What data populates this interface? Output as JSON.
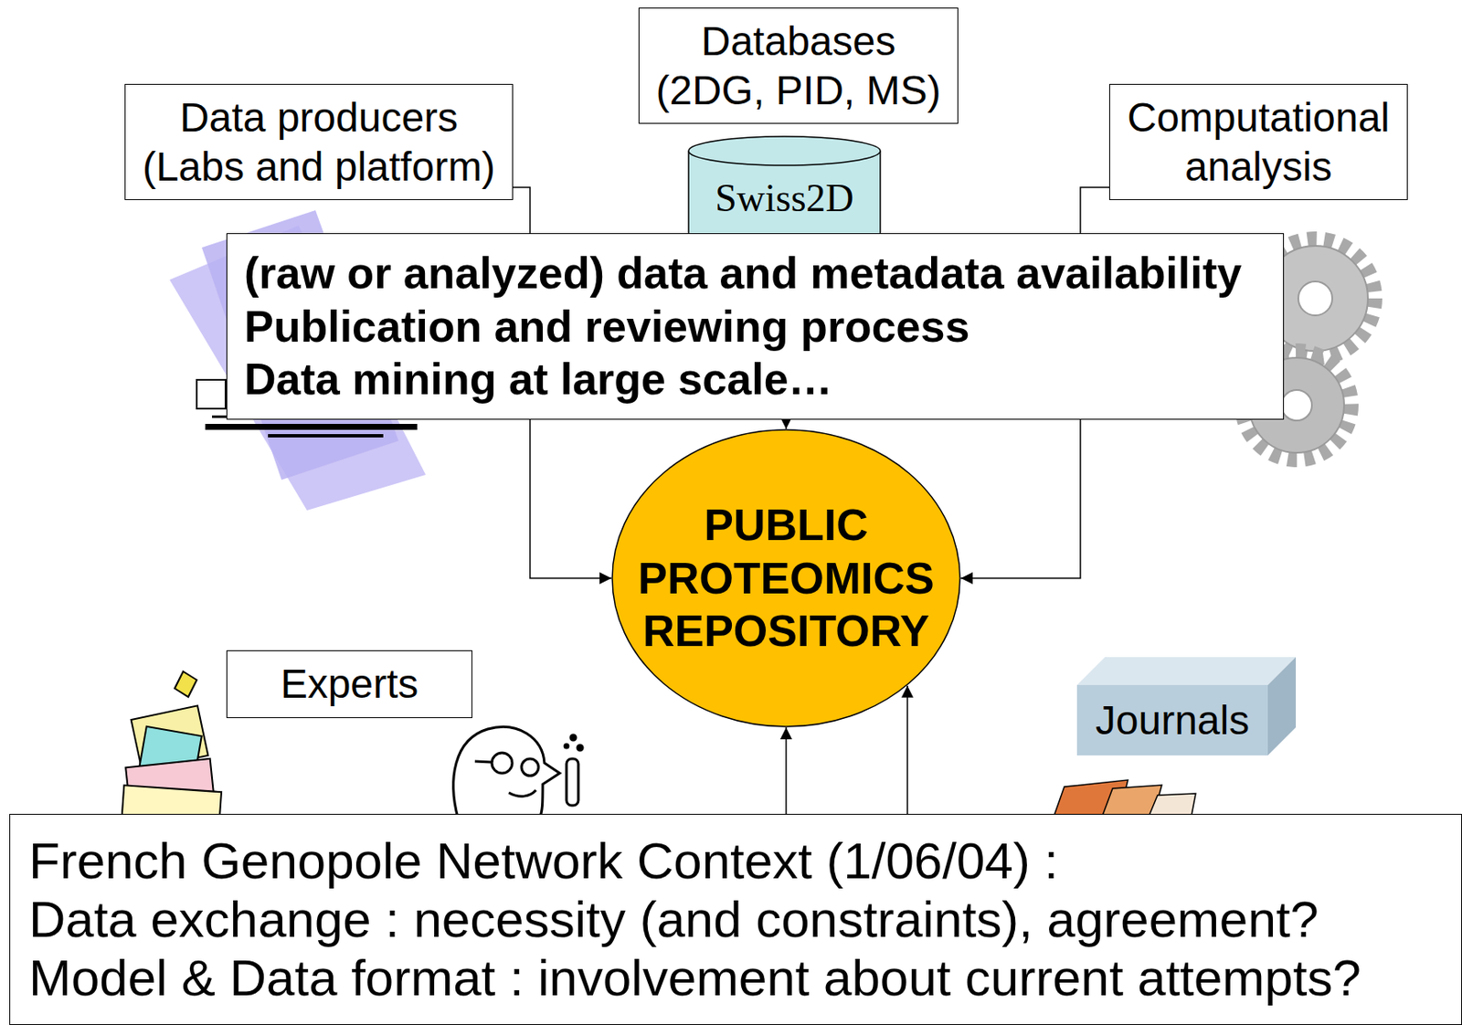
{
  "diagram": {
    "nodes": [
      {
        "text": [
          "Data producers (Labs and platform)"
        ]
      },
      {
        "text": [
          "Databases (2DG, PID, MS)"
        ]
      },
      {
        "text": [
          "Swiss2D"
        ]
      },
      {
        "text": [
          "Computational analysis"
        ]
      },
      {
        "text": [
          "(raw or analyzed) data and metadata availability",
          "Publication and reviewing process",
          "Data mining at large scale…"
        ]
      },
      {
        "text": [
          "PUBLIC PROTEOMICS REPOSITORY"
        ]
      },
      {
        "text": [
          "Experts"
        ]
      },
      {
        "text": [
          "Journals"
        ]
      },
      {
        "text": [
          "French Genopole Network Context (1/06/04) :",
          "Data exchange : necessity (and constraints), agreement?",
          "Model & Data format : involvement about current attempts?"
        ]
      }
    ],
    "edges": [
      {
        "from": 0,
        "to": 5,
        "arrow": "to"
      },
      {
        "from": 2,
        "to": 5,
        "arrow": "to"
      },
      {
        "from": 3,
        "to": 5,
        "arrow": "to"
      },
      {
        "from": 8,
        "to": 5,
        "arrow": "to"
      },
      {
        "from": 8,
        "to": 5,
        "arrow": "to"
      }
    ]
  }
}
